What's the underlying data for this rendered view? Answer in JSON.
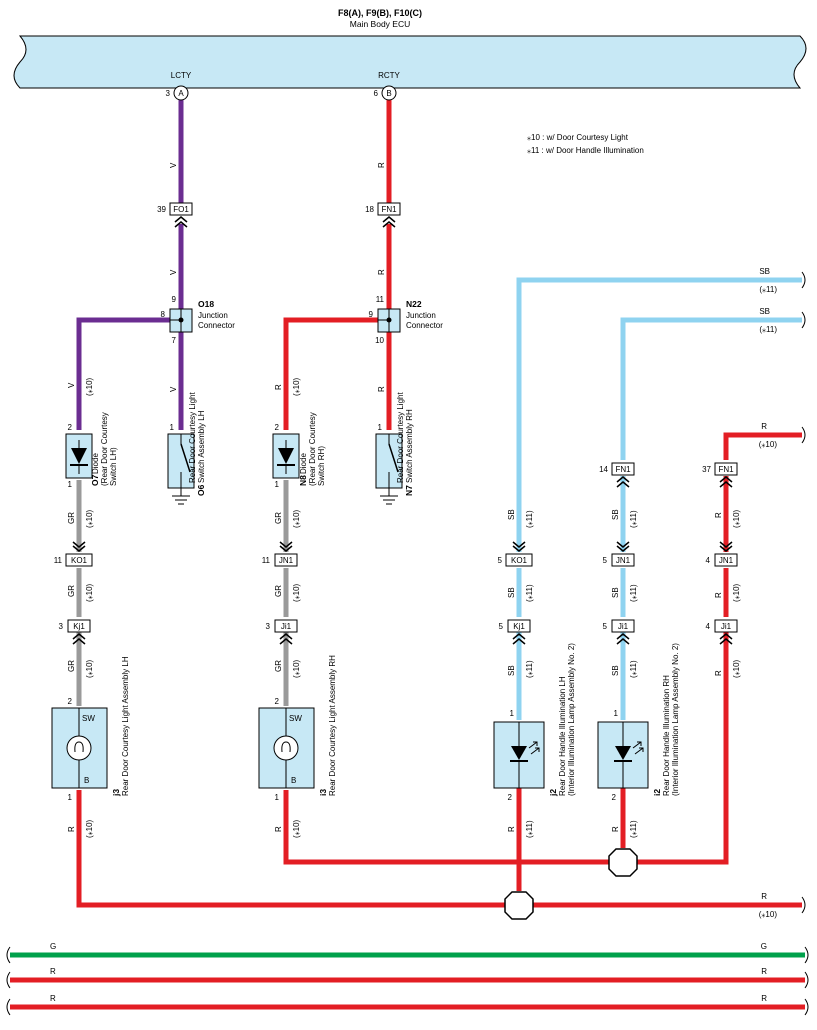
{
  "ecu": {
    "title": "F8(A), F9(B), F10(C)",
    "name": "Main Body ECU",
    "term_a_label": "LCTY",
    "term_b_label": "RCTY",
    "pin_a": "3",
    "pin_a_letter": "A",
    "pin_b": "6",
    "pin_b_letter": "B"
  },
  "notes": {
    "n10": "⁎10 : w/ Door Courtesy Light",
    "n11": "⁎11 : w/ Door Handle Illumination"
  },
  "wire_colors": {
    "V": "#6b2d91",
    "R": "#e31e24",
    "GR": "#9a9a9a",
    "SB": "#8fd3f0",
    "G": "#00a14b",
    "box": "#c7e8f5"
  },
  "wire_codes": {
    "v": "V",
    "r": "R",
    "gr": "GR",
    "sb": "SB",
    "g": "G"
  },
  "option_marks": {
    "m10": "(⁎10)",
    "m11": "(⁎11)"
  },
  "connectors": {
    "fo1": "FO1",
    "fn1": "FN1",
    "ko1": "KO1",
    "kj1": "Kj1",
    "jn1": "JN1",
    "ji1": "Ji1"
  },
  "pins": {
    "p39": "39",
    "p18": "18",
    "p14": "14",
    "p37": "37",
    "p11": "11",
    "p3": "3",
    "p5": "5",
    "p4": "4",
    "p1": "1",
    "p2": "2",
    "p7": "7",
    "p8": "8",
    "p9": "9",
    "p10": "10"
  },
  "junctions": {
    "o18_id": "O18",
    "n22_id": "N22",
    "name_line1": "Junction",
    "name_line2": "Connector"
  },
  "components": {
    "o7_id": "O7",
    "o7_l1": "Diode",
    "o7_l2": "(Rear Door Courtesy",
    "o7_l3": "Switch LH)",
    "o6_id": "O6",
    "o6_l1": "Rear Door Courtesy Light",
    "o6_l2": "Switch Assembly LH",
    "n8_id": "N8",
    "n8_l1": "Diode",
    "n8_l2": "(Rear Door Courtesy",
    "n8_l3": "Switch RH)",
    "n7_id": "N7",
    "n7_l1": "Rear Door Courtesy Light",
    "n7_l2": "Switch Assembly RH",
    "j3_id": "j3",
    "j3_name": "Rear Door Courtesy Light Assembly LH",
    "i3_id": "i3",
    "i3_name": "Rear Door Courtesy Light Assembly RH",
    "j2_id": "j2",
    "j2_l1": "Rear Door Handle Illumination LH",
    "j2_l2": "(Interior Illumination Lamp Assembly No. 2)",
    "i2_id": "i2",
    "i2_l1": "Rear Door Handle Illumination RH",
    "i2_l2": "(Interior Illumination Lamp Assembly No. 2)",
    "sw_label": "SW",
    "b_label": "B"
  }
}
